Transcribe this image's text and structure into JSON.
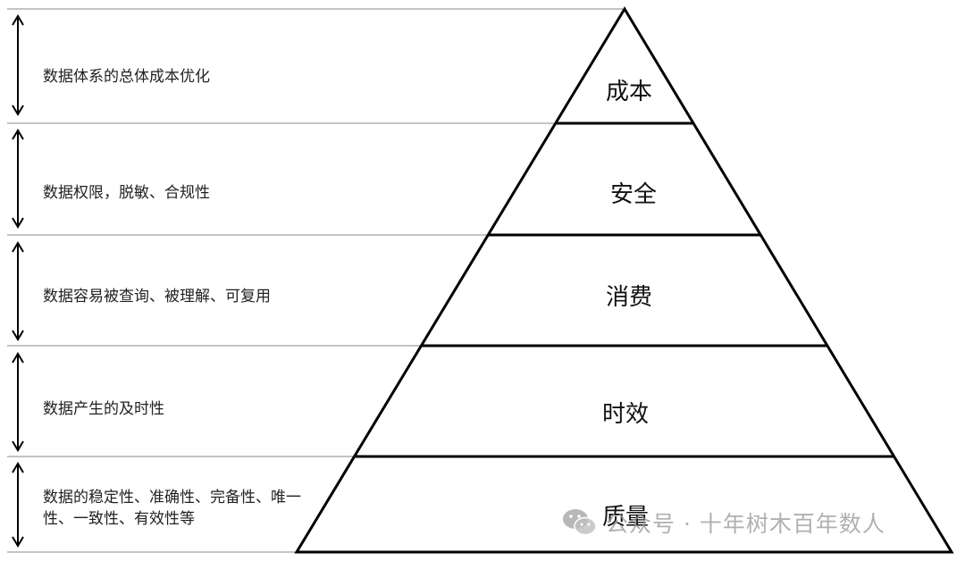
{
  "tiers": [
    {
      "label": "成本",
      "description": "数据体系的总体成本优化"
    },
    {
      "label": "安全",
      "description": "数据权限，脱敏、合规性"
    },
    {
      "label": "消费",
      "description": "数据容易被查询、被理解、可复用"
    },
    {
      "label": "时效",
      "description": "数据产生的及时性"
    },
    {
      "label": "质量",
      "description": "数据的稳定性、准确性、完备性、唯一性、一致性、有效性等"
    }
  ],
  "watermark": {
    "text": "公众号 · 十年树木百年数人",
    "icon": "wechat-icon"
  },
  "colors": {
    "line": "#000000",
    "divider": "#888888",
    "text": "#222222"
  }
}
